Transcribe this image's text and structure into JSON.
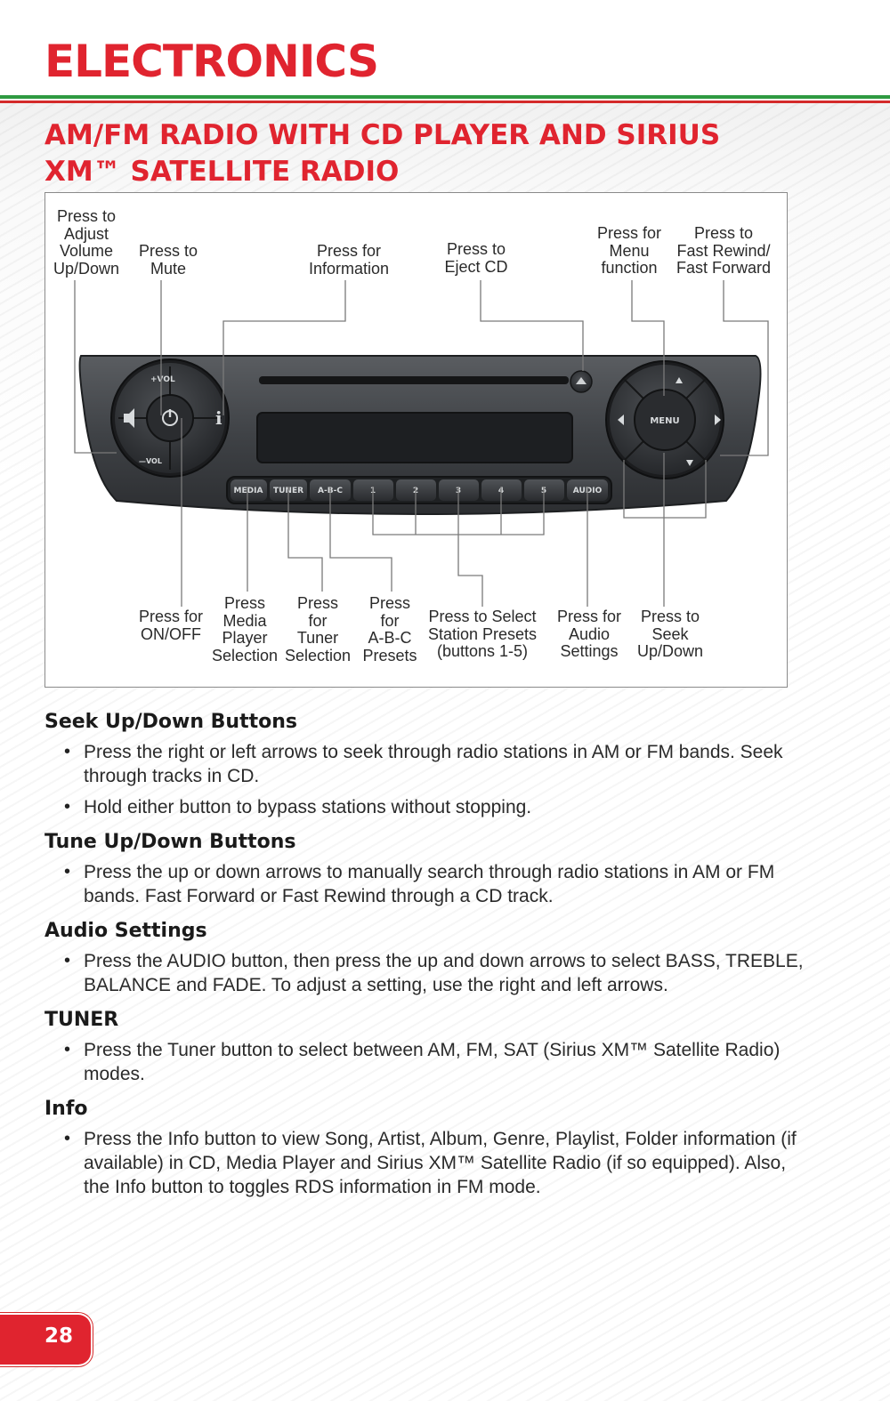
{
  "header": {
    "section": "ELECTRONICS"
  },
  "page_title": [
    "AM/FM RADIO WITH CD PLAYER AND SIRIUS",
    "XM™ SATELLITE RADIO"
  ],
  "diagram": {
    "callouts": {
      "volume": [
        "Press to",
        "Adjust",
        "Volume",
        "Up/Down"
      ],
      "mute": [
        "Press to",
        "Mute"
      ],
      "info": [
        "Press for",
        "Information"
      ],
      "eject": [
        "Press to",
        "Eject CD"
      ],
      "menu": [
        "Press for",
        "Menu",
        "function"
      ],
      "rewind": [
        "Press to",
        "Fast Rewind/",
        "Fast Forward"
      ],
      "onoff": [
        "Press for",
        "ON/OFF"
      ],
      "media": [
        "Press",
        "Media",
        "Player",
        "Selection"
      ],
      "tuner": [
        "Press",
        "for",
        "Tuner",
        "Selection"
      ],
      "abc": [
        "Press",
        "for",
        "A-B-C",
        "Presets"
      ],
      "presets": [
        "Press to Select",
        "Station Presets",
        "(buttons 1-5)"
      ],
      "audio": [
        "Press for",
        "Audio",
        "Settings"
      ],
      "seek": [
        "Press to",
        "Seek",
        "Up/Down"
      ]
    },
    "panel_labels": {
      "media": "MEDIA",
      "tuner": "TUNER",
      "abc": "A-B-C",
      "presets": [
        "1",
        "2",
        "3",
        "4",
        "5"
      ],
      "audio": "AUDIO",
      "menu": "MENU",
      "vol_up": "+VOL",
      "vol_down": "—VOL",
      "info": "i"
    }
  },
  "sections": [
    {
      "heading": "Seek Up/Down Buttons",
      "bullets": [
        "Press the right or left arrows to seek through radio stations in AM or FM bands. Seek through tracks in CD.",
        "Hold either button to bypass stations without stopping."
      ]
    },
    {
      "heading": "Tune Up/Down Buttons",
      "bullets": [
        "Press the up or down arrows to manually search through radio stations in AM or FM bands. Fast Forward or Fast Rewind through a CD track."
      ]
    },
    {
      "heading": "Audio Settings",
      "bullets": [
        "Press the AUDIO button, then press the up and down arrows to select BASS, TREBLE, BALANCE and FADE. To adjust a setting, use the right and left arrows."
      ]
    },
    {
      "heading": "TUNER",
      "bullets": [
        "Press the Tuner button to select between AM, FM, SAT (Sirius XM™ Satellite Radio) modes."
      ]
    },
    {
      "heading": "Info",
      "bullets": [
        "Press the Info button to view Song, Artist, Album, Genre, Playlist, Folder information (if available) in CD, Media Player and Sirius XM™ Satellite Radio (if so equipped). Also, the Info button to toggles RDS information in FM mode."
      ]
    }
  ],
  "footer": {
    "page_number": "28"
  }
}
